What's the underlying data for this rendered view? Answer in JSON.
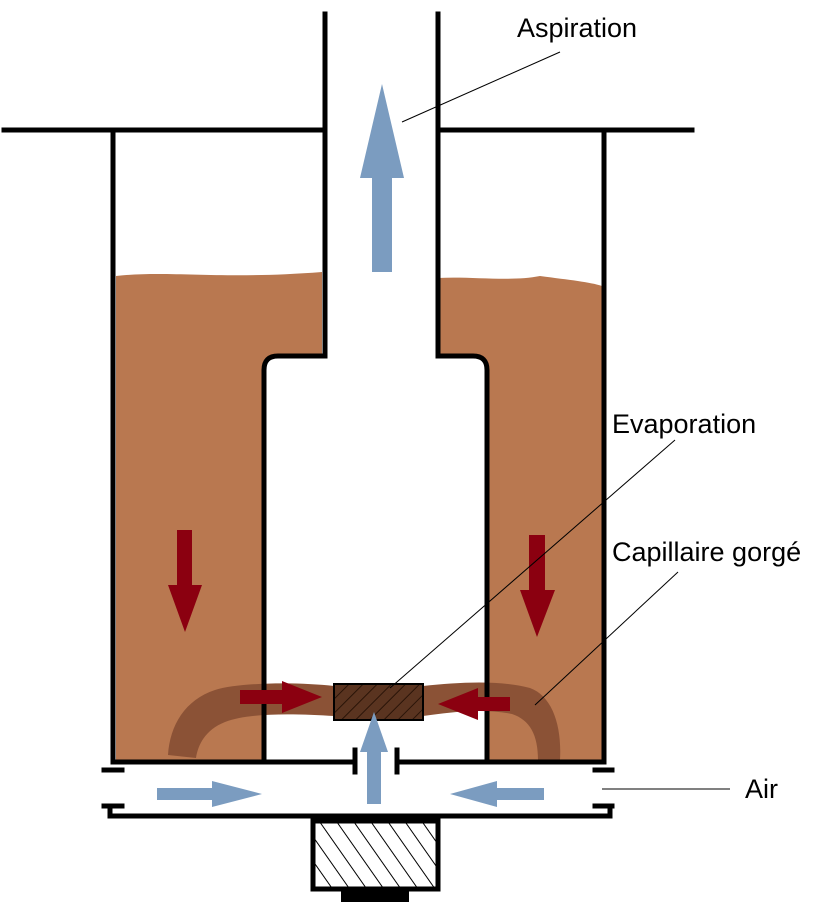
{
  "labels": {
    "aspiration": "Aspiration",
    "evaporation": "Evaporation",
    "capillary": "Capillaire gorgé",
    "air": "Air"
  },
  "colors": {
    "liquid": "#b97850",
    "wick": "#8b5236",
    "coil": "#5a3420",
    "liquid_flow_arrow": "#8b0010",
    "air_flow_arrow": "#7b9cc0",
    "walls": "#000000"
  }
}
